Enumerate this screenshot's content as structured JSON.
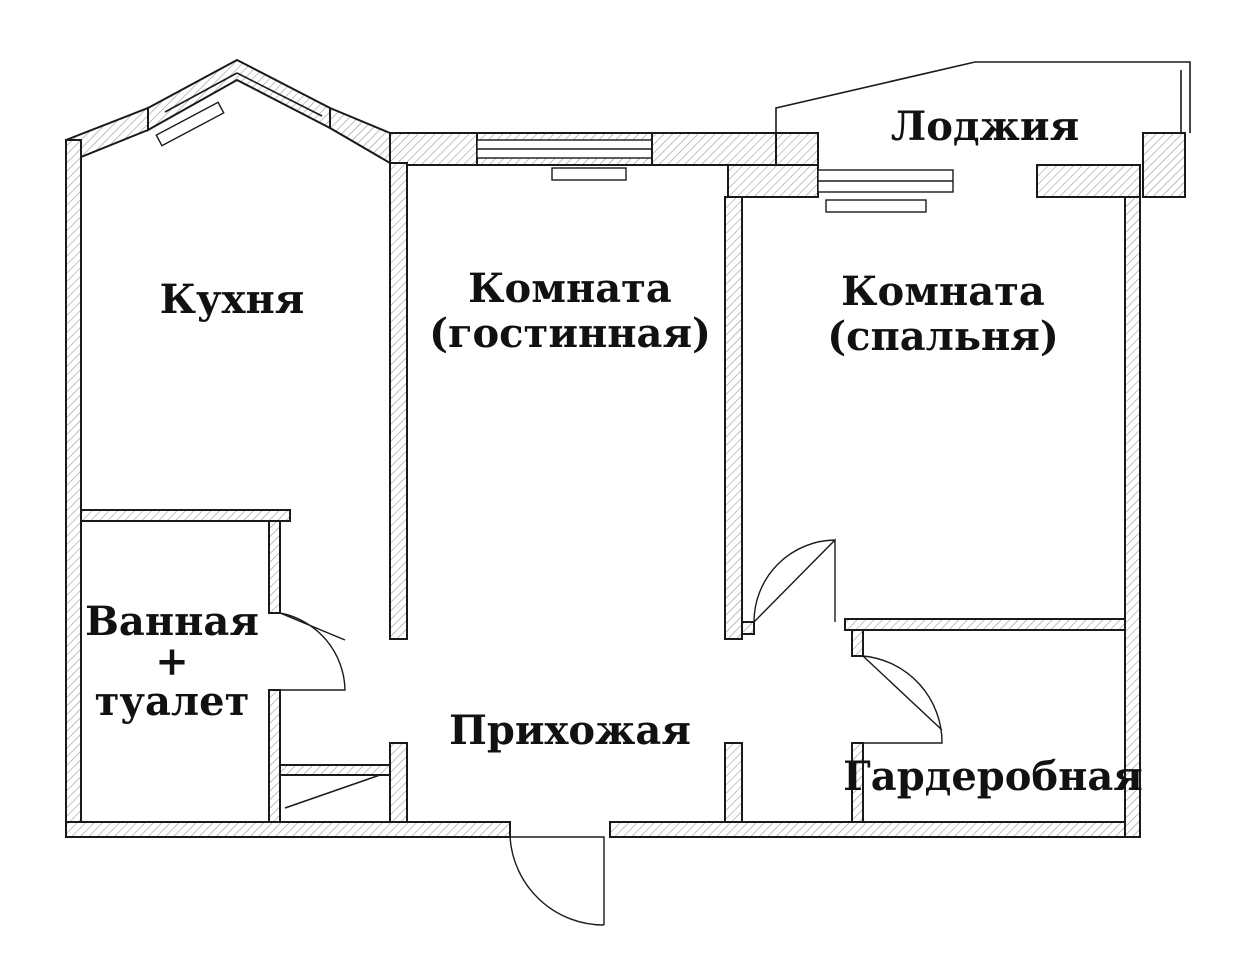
{
  "rooms": {
    "kitchen": "Кухня",
    "living_1": "Комната",
    "living_2": "(гостинная)",
    "bedroom_1": "Комната",
    "bedroom_2": "(спальня)",
    "loggia": "Лоджия",
    "bath_1": "Ванная",
    "bath_2": "+",
    "bath_3": "туалет",
    "hallway": "Прихожая",
    "wardrobe": "Гардеробная"
  },
  "colors": {
    "line": "#1a1a1a",
    "hatch": "#9a9a9a",
    "background": "#ffffff"
  }
}
